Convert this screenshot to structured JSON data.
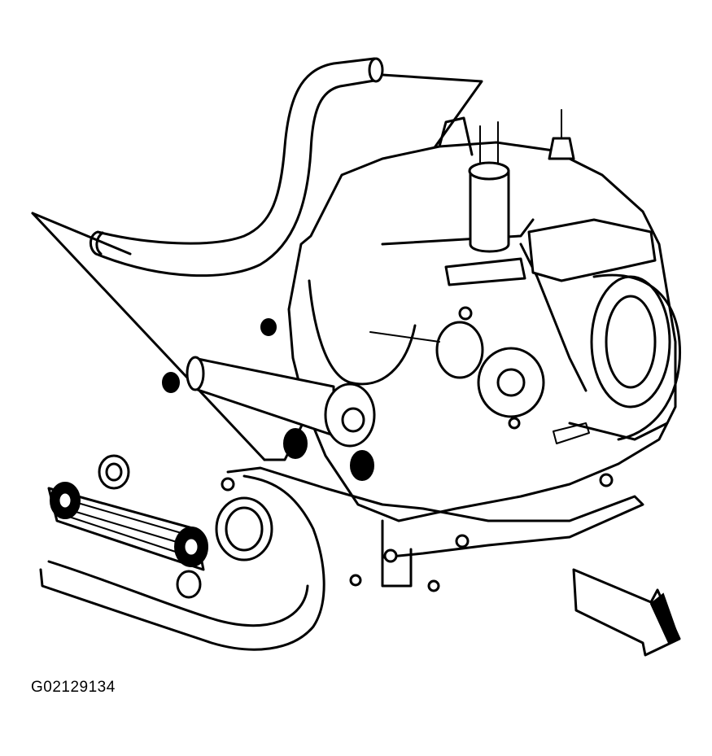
{
  "figure": {
    "id_label": "G02129134",
    "ink_color": "#000000",
    "paper_color": "#ffffff",
    "components": [
      "hose",
      "leader-lines",
      "engine-block",
      "throttle-body",
      "intake-manifold",
      "water-outlet",
      "mounting-bolts",
      "fuel-rail",
      "direction-arrow"
    ]
  }
}
